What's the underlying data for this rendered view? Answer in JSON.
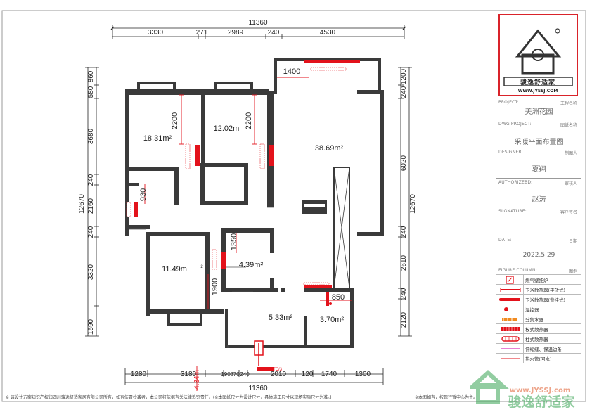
{
  "plan": {
    "dims_top": {
      "total": "11360",
      "segments": [
        "3330",
        "271",
        "2989",
        "240",
        "4530"
      ]
    },
    "dims_bottom": {
      "total": "11360",
      "segments": [
        "1280",
        "3180",
        "190",
        "870",
        "240",
        "2010",
        "120",
        "1740",
        "1300"
      ]
    },
    "dims_left": {
      "total": "12670",
      "segments": [
        "860",
        "580",
        "3680",
        "240",
        "2160",
        "240",
        "3320",
        "1590"
      ]
    },
    "dims_right": {
      "total": "12670",
      "segments": [
        "1200",
        "240",
        "6020",
        "240",
        "2610",
        "240",
        "2120"
      ]
    },
    "inner_dims": {
      "d2200a": "2200",
      "d2200b": "2200",
      "d930": "930",
      "d1350": "1350",
      "d1900": "1900",
      "d1400": "1400",
      "d850": "850",
      "d4340": "4.34m"
    },
    "rooms": {
      "r1": "18.31m²",
      "r2": "12.02m",
      "r3": "38.69m²",
      "r4": "11.49m",
      "r5": "4.39m²",
      "r6": "5.33m²",
      "r7": "3.70m²"
    },
    "tiny_labels": {
      "pipe": "FRT/TC/3",
      "marker_2": "2"
    }
  },
  "title_block": {
    "logo_text": "骏逸舒适家",
    "logo_url": "WWW.JYSSJ.COM",
    "project_key": "PROJECT:",
    "project_role": "工程名称",
    "project_value": "美洲花园",
    "dwg_key": "DWG PROJECT:",
    "dwg_role": "图纸名称",
    "dwg_value": "采暖平面布置图",
    "designer_key": "DESIGNER:",
    "designer_role": "制图人",
    "designer_value": "夏翔",
    "authorized_key": "AUTHORIZEBD:",
    "authorized_role": "审核人",
    "authorized_value": "赵涛",
    "signature_key": "SLGNATURE:",
    "signature_role": "客户签名",
    "signature_value": "",
    "date_key": "DATE:",
    "date_role": "日期",
    "date_value": "2022.5.29",
    "legend_key": "FIGURE COLUMN:",
    "legend_role": "图例",
    "legend": [
      {
        "icon": "gas-boiler-icon",
        "label": "燃气壁挂炉"
      },
      {
        "icon": "bath-radiator-flat-icon",
        "label": "卫浴散热器(平放式)"
      },
      {
        "icon": "bath-radiator-back-icon",
        "label": "卫浴散热器(背挂式)"
      },
      {
        "icon": "thermostat-icon",
        "label": "温控器"
      },
      {
        "icon": "manifold-icon",
        "label": "分集水器"
      },
      {
        "icon": "panel-radiator-icon",
        "label": "板式散热器"
      },
      {
        "icon": "column-radiator-icon",
        "label": "柱式散热器"
      },
      {
        "icon": "pipe-line-icon",
        "label": "伸缩缝、保温边条"
      },
      {
        "icon": "pipe-red-icon",
        "label": "热水管(回水)"
      }
    ]
  },
  "watermark": {
    "brand": "骏逸舒适家",
    "url": "www.JYSSJ.com"
  },
  "notes": {
    "left": "※ 该设计方案知识产权归四川骏逸舒适家居有限公司所有，如有仿冒抄袭者，本公司将依据有关法律追究责任。(※本图纸尺寸为设计尺寸，具体施工尺寸以现场实际尺寸为准。)",
    "right": "※本图如有，按现行暂中心为主。"
  },
  "colors": {
    "wall": "#3a3a3a",
    "dim": "#222222",
    "red": "#e3121b",
    "magenta": "#d100a8",
    "frame": "#9a9a9a"
  }
}
